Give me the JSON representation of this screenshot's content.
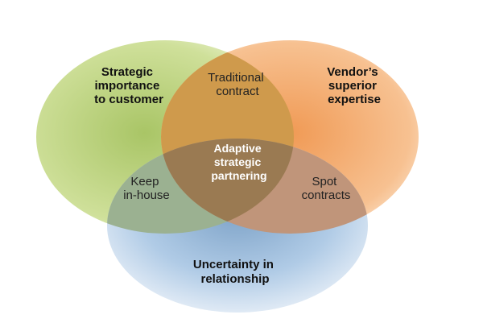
{
  "diagram": {
    "sets": [
      {
        "id": "green",
        "lines": [
          "Strategic",
          "importance",
          "to customer"
        ]
      },
      {
        "id": "orange",
        "lines": [
          "Vendor’s",
          "superior",
          "expertise"
        ]
      },
      {
        "id": "blue",
        "lines": [
          "Uncertainty in",
          "relationship"
        ]
      }
    ],
    "intersections": {
      "green_orange": [
        "Traditional",
        "contract"
      ],
      "green_blue": [
        "Keep",
        "in-house"
      ],
      "orange_blue": [
        "Spot",
        "contracts"
      ],
      "center": [
        "Adaptive",
        "strategic",
        "partnering"
      ]
    },
    "colors": {
      "green": "#b2cf6b",
      "orange": "#f3a25a",
      "blue": "#aac6e6"
    }
  }
}
